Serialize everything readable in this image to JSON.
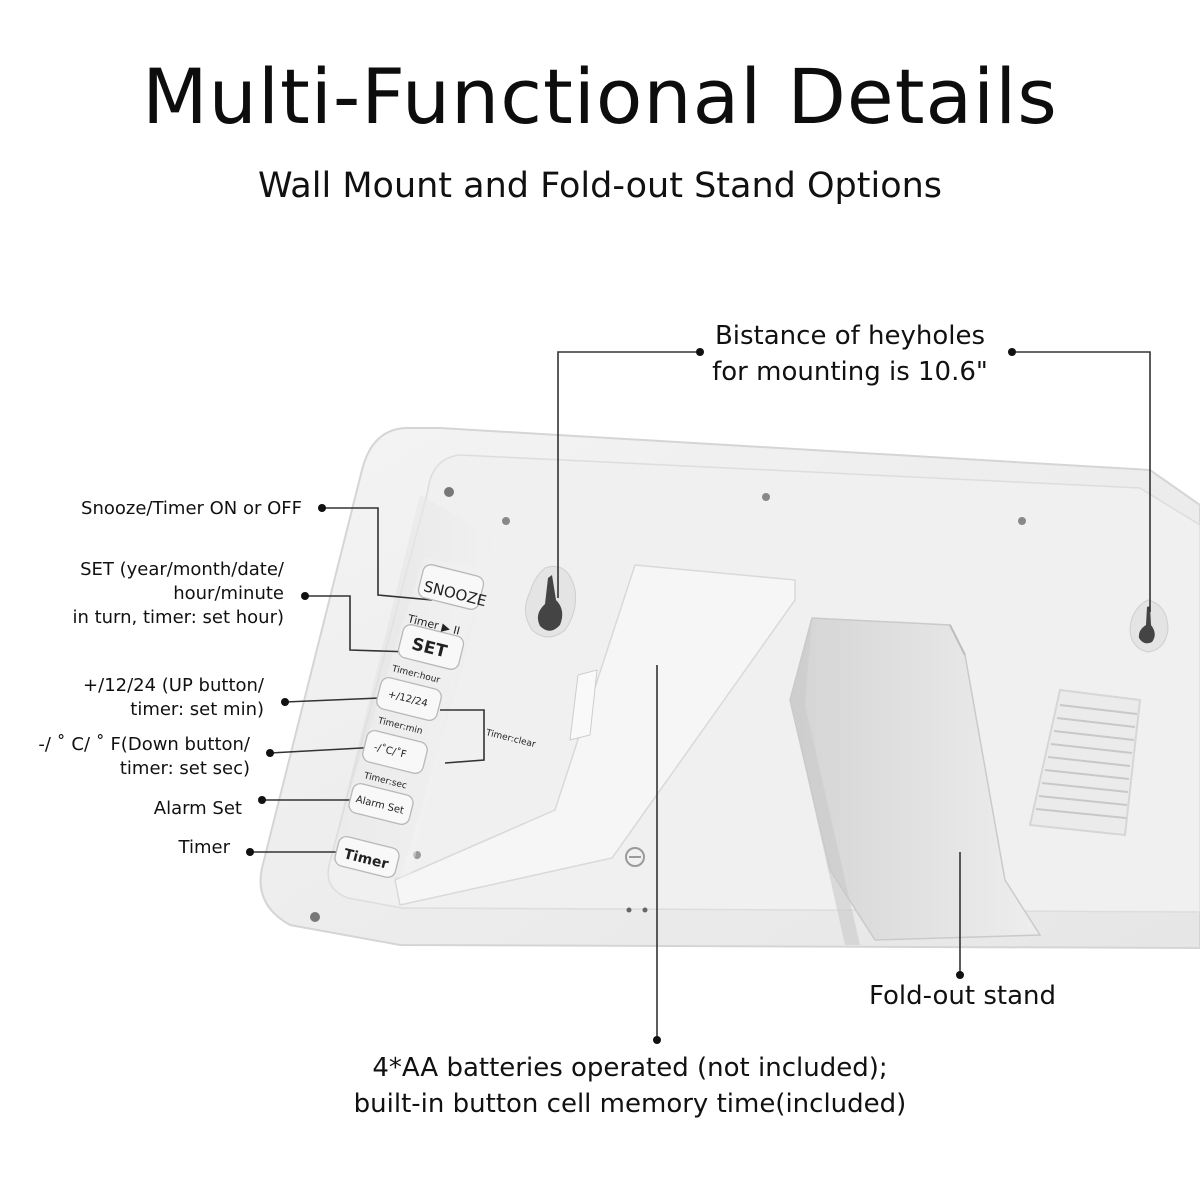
{
  "header": {
    "title": "Multi-Functional Details",
    "subtitle": "Wall Mount and Fold-out Stand Options"
  },
  "callouts": {
    "keyholes": [
      "Bistance of heyholes",
      "for mounting is 10.6\""
    ],
    "snooze": "Snooze/Timer ON or OFF",
    "set": [
      "SET (year/month/date/",
      "hour/minute",
      "in turn, timer: set hour)"
    ],
    "up": [
      "+/12/24 (UP button/",
      "timer: set min)"
    ],
    "down": [
      "-/ ˚ C/ ˚ F(Down button/",
      "timer: set sec)"
    ],
    "alarm": "Alarm Set",
    "timer": "Timer",
    "stand": "Fold-out stand",
    "batteries": [
      "4*AA batteries operated (not included);",
      "built-in button cell memory time(included)"
    ]
  },
  "buttons": {
    "snooze": "SNOOZE",
    "timer_play": "Timer ▶ II",
    "set": "SET",
    "timer_hour": "Timer:hour",
    "up": "+/12/24",
    "timer_min": "Timer:min",
    "down": "-/˚C/˚F",
    "timer_sec": "Timer:sec",
    "alarm_set": "Alarm Set",
    "timer": "Timer",
    "timer_clear": "Timer:clear"
  }
}
